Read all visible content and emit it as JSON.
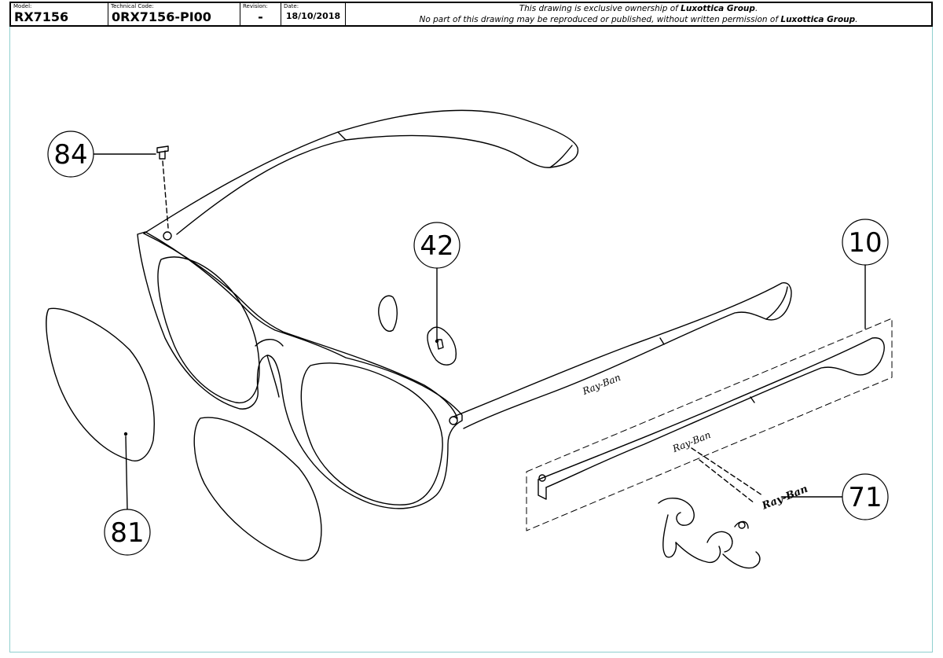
{
  "title_block": {
    "model_label": "Model:",
    "model_value": "RX7156",
    "technical_code_label": "Technical Code:",
    "technical_code_value": "0RX7156-PI00",
    "revision_label": "Revision:",
    "revision_value": "-",
    "date_label": "Date:",
    "date_value": "18/10/2018",
    "ownership_prefix": "This drawing is exclusive ownership of ",
    "ownership_owner": "Luxottica Group",
    "ownership_suffix": ".",
    "permission_prefix": "No part of this drawing may be reproduced or published, without written permission of ",
    "permission_owner": "Luxottica Group",
    "permission_suffix": "."
  },
  "callouts": [
    {
      "id": "84",
      "label": "84"
    },
    {
      "id": "42",
      "label": "42"
    },
    {
      "id": "10",
      "label": "10"
    },
    {
      "id": "81",
      "label": "81"
    },
    {
      "id": "71",
      "label": "71"
    }
  ],
  "logo_text": "Ray-Ban",
  "colors": {
    "frame_border": "#8fd0cf",
    "line": "#000000"
  }
}
